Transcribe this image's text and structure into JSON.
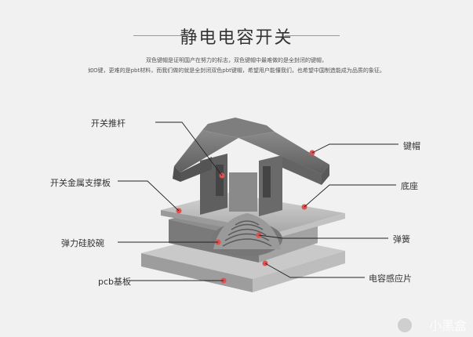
{
  "header": {
    "title": "静电电容开关",
    "subtitle_line1": "双色键帽是证明国产在努力的标志，双色键帽中最难做的是全封闭的键帽，",
    "subtitle_line2": "如O键，更难的是pbt材料，而我们做的就是全封闭双色pbt键帽，希望用户能懂我们，也希望中国制造能成为品质的象征。"
  },
  "labels": {
    "switch_stem": "开关推杆",
    "metal_support": "开关金属支撑板",
    "rubber_dome": "弹力硅胶碗",
    "pcb_base": "pcb基板",
    "keycap": "键帽",
    "base": "底座",
    "spring": "弹簧",
    "capacitive_sensor": "电容感应片"
  },
  "watermark": {
    "text": "小黑盒"
  },
  "colors": {
    "dot": "#e05050",
    "line": "#222222",
    "body_dark": "#6d6d6d",
    "body_light": "#b8b8b8"
  }
}
